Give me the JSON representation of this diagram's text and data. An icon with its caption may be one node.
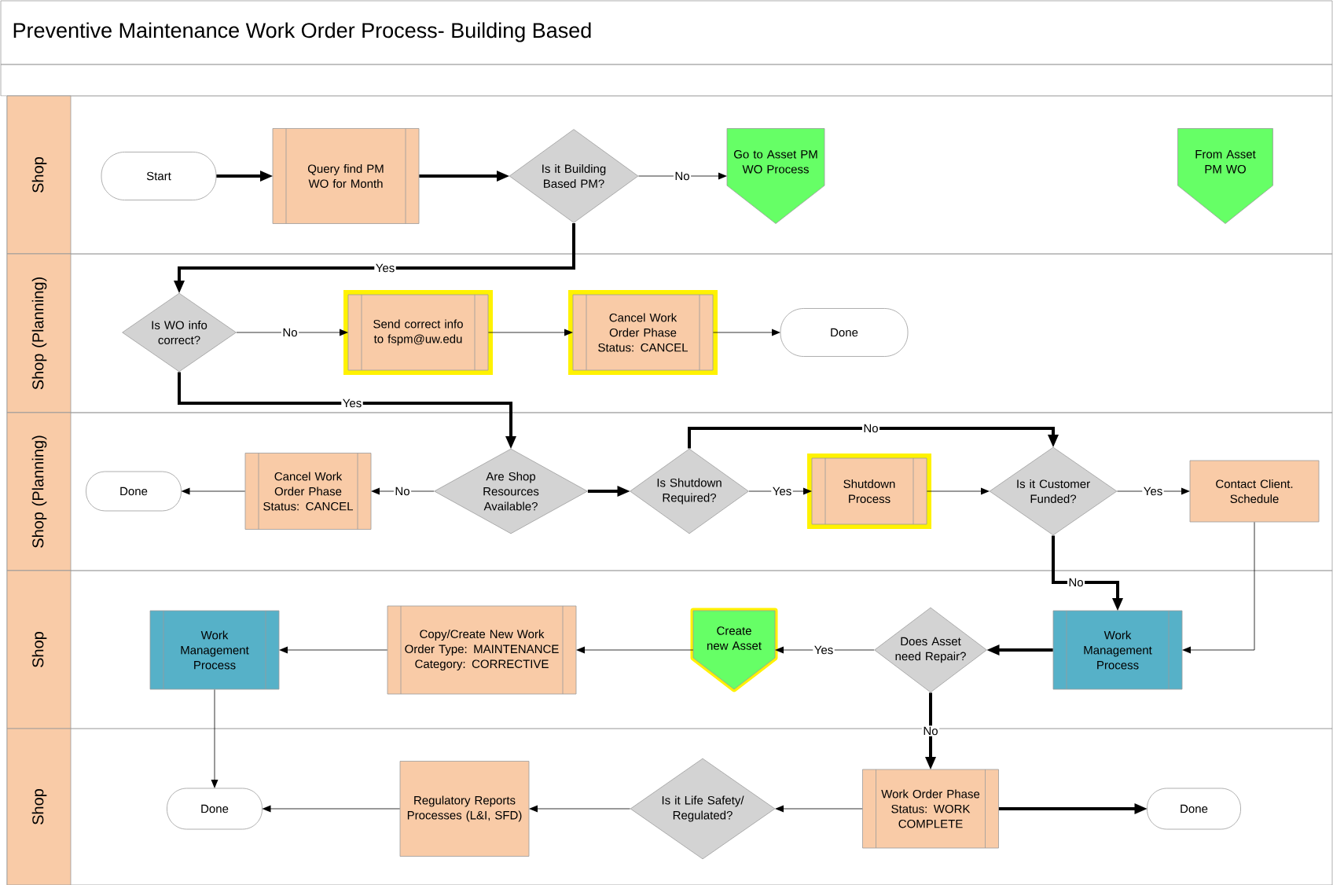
{
  "diagram": {
    "title": "Preventive Maintenance Work Order Process- Building Based",
    "nodes": [
      {
        "text": [
          "Shop"
        ]
      },
      {
        "text": [
          "Shop (Planning)"
        ]
      },
      {
        "text": [
          "Shop (Planning)"
        ]
      },
      {
        "text": [
          "Shop"
        ]
      },
      {
        "text": [
          "Shop"
        ]
      },
      {
        "text": [
          "Start"
        ],
        "in": 0
      },
      {
        "text": [
          "Query find PM WO for Month"
        ],
        "in": 0
      },
      {
        "text": [
          "Is it Building Based PM?"
        ],
        "in": 0
      },
      {
        "text": [
          "Go to Asset PM WO Process"
        ],
        "in": 0
      },
      {
        "text": [
          "From Asset PM WO"
        ],
        "in": 0
      },
      {
        "text": [
          "Is WO info correct?"
        ],
        "in": 1
      },
      {
        "text": [
          "Send correct info to fspm@uw.edu"
        ],
        "in": 1
      },
      {
        "text": [
          "Cancel Work Order Phase Status: CANCEL"
        ],
        "in": 1
      },
      {
        "text": [
          "Done"
        ],
        "in": 1
      },
      {
        "text": [
          "Done"
        ],
        "in": 2
      },
      {
        "text": [
          "Cancel Work Order Phase Status: CANCEL"
        ],
        "in": 2
      },
      {
        "text": [
          "Are Shop Resources Available?"
        ],
        "in": 2
      },
      {
        "text": [
          "Is Shutdown Required?"
        ],
        "in": 2
      },
      {
        "text": [
          "Shutdown Process"
        ],
        "in": 2
      },
      {
        "text": [
          "Is it Customer Funded?"
        ],
        "in": 2
      },
      {
        "text": [
          "Contact Client. Schedule"
        ],
        "in": 2
      },
      {
        "text": [
          "Work Management Process"
        ],
        "in": 3
      },
      {
        "text": [
          "Copy/Create New Work Order Type: MAINTENANCE Category: CORRECTIVE"
        ],
        "in": 3
      },
      {
        "text": [
          "Create new Asset"
        ],
        "in": 3
      },
      {
        "text": [
          "Does Asset need Repair?"
        ],
        "in": 3
      },
      {
        "text": [
          "Work Management Process"
        ],
        "in": 3
      },
      {
        "text": [
          "Done"
        ],
        "in": 4
      },
      {
        "text": [
          "Regulatory Reports Processes (L&I, SFD)"
        ],
        "in": 4
      },
      {
        "text": [
          "Is it Life Safety/ Regulated?"
        ],
        "in": 4
      },
      {
        "text": [
          "Work Order Phase Status: WORK COMPLETE"
        ],
        "in": 4
      },
      {
        "text": [
          "Done"
        ],
        "in": 4
      }
    ],
    "edges": [
      {
        "from": 5,
        "to": 6,
        "arrow": "to",
        "style": "thick"
      },
      {
        "from": 6,
        "to": 7,
        "arrow": "to",
        "style": "thick"
      },
      {
        "from": 7,
        "to": 8,
        "arrow": "to",
        "label": "No"
      },
      {
        "from": 7,
        "to": 10,
        "arrow": "to",
        "label": "Yes",
        "style": "thick"
      },
      {
        "from": 10,
        "to": 11,
        "arrow": "to",
        "label": "No"
      },
      {
        "from": 11,
        "to": 12,
        "arrow": "to"
      },
      {
        "from": 12,
        "to": 13,
        "arrow": "to"
      },
      {
        "from": 10,
        "to": 16,
        "arrow": "to",
        "label": "Yes",
        "style": "thick"
      },
      {
        "from": 16,
        "to": 15,
        "arrow": "to",
        "label": "No"
      },
      {
        "from": 15,
        "to": 14,
        "arrow": "to"
      },
      {
        "from": 16,
        "to": 17,
        "arrow": "to",
        "style": "thick"
      },
      {
        "from": 17,
        "to": 18,
        "arrow": "to",
        "label": "Yes"
      },
      {
        "from": 17,
        "to": 19,
        "arrow": "to",
        "label": "No",
        "style": "thick"
      },
      {
        "from": 18,
        "to": 19,
        "arrow": "to"
      },
      {
        "from": 19,
        "to": 20,
        "arrow": "to",
        "label": "Yes"
      },
      {
        "from": 19,
        "to": 25,
        "arrow": "to",
        "label": "No",
        "style": "thick"
      },
      {
        "from": 20,
        "to": 25,
        "arrow": "to"
      },
      {
        "from": 25,
        "to": 24,
        "arrow": "to",
        "style": "thick"
      },
      {
        "from": 24,
        "to": 23,
        "arrow": "to",
        "label": "Yes"
      },
      {
        "from": 23,
        "to": 22,
        "arrow": "to"
      },
      {
        "from": 22,
        "to": 21,
        "arrow": "to"
      },
      {
        "from": 21,
        "to": 26,
        "arrow": "to"
      },
      {
        "from": 24,
        "to": 29,
        "arrow": "to",
        "label": "No",
        "style": "thick"
      },
      {
        "from": 29,
        "to": 30,
        "arrow": "to",
        "style": "thick"
      },
      {
        "from": 29,
        "to": 28,
        "arrow": "to"
      },
      {
        "from": 28,
        "to": 27,
        "arrow": "to"
      },
      {
        "from": 27,
        "to": 26,
        "arrow": "to"
      }
    ]
  }
}
